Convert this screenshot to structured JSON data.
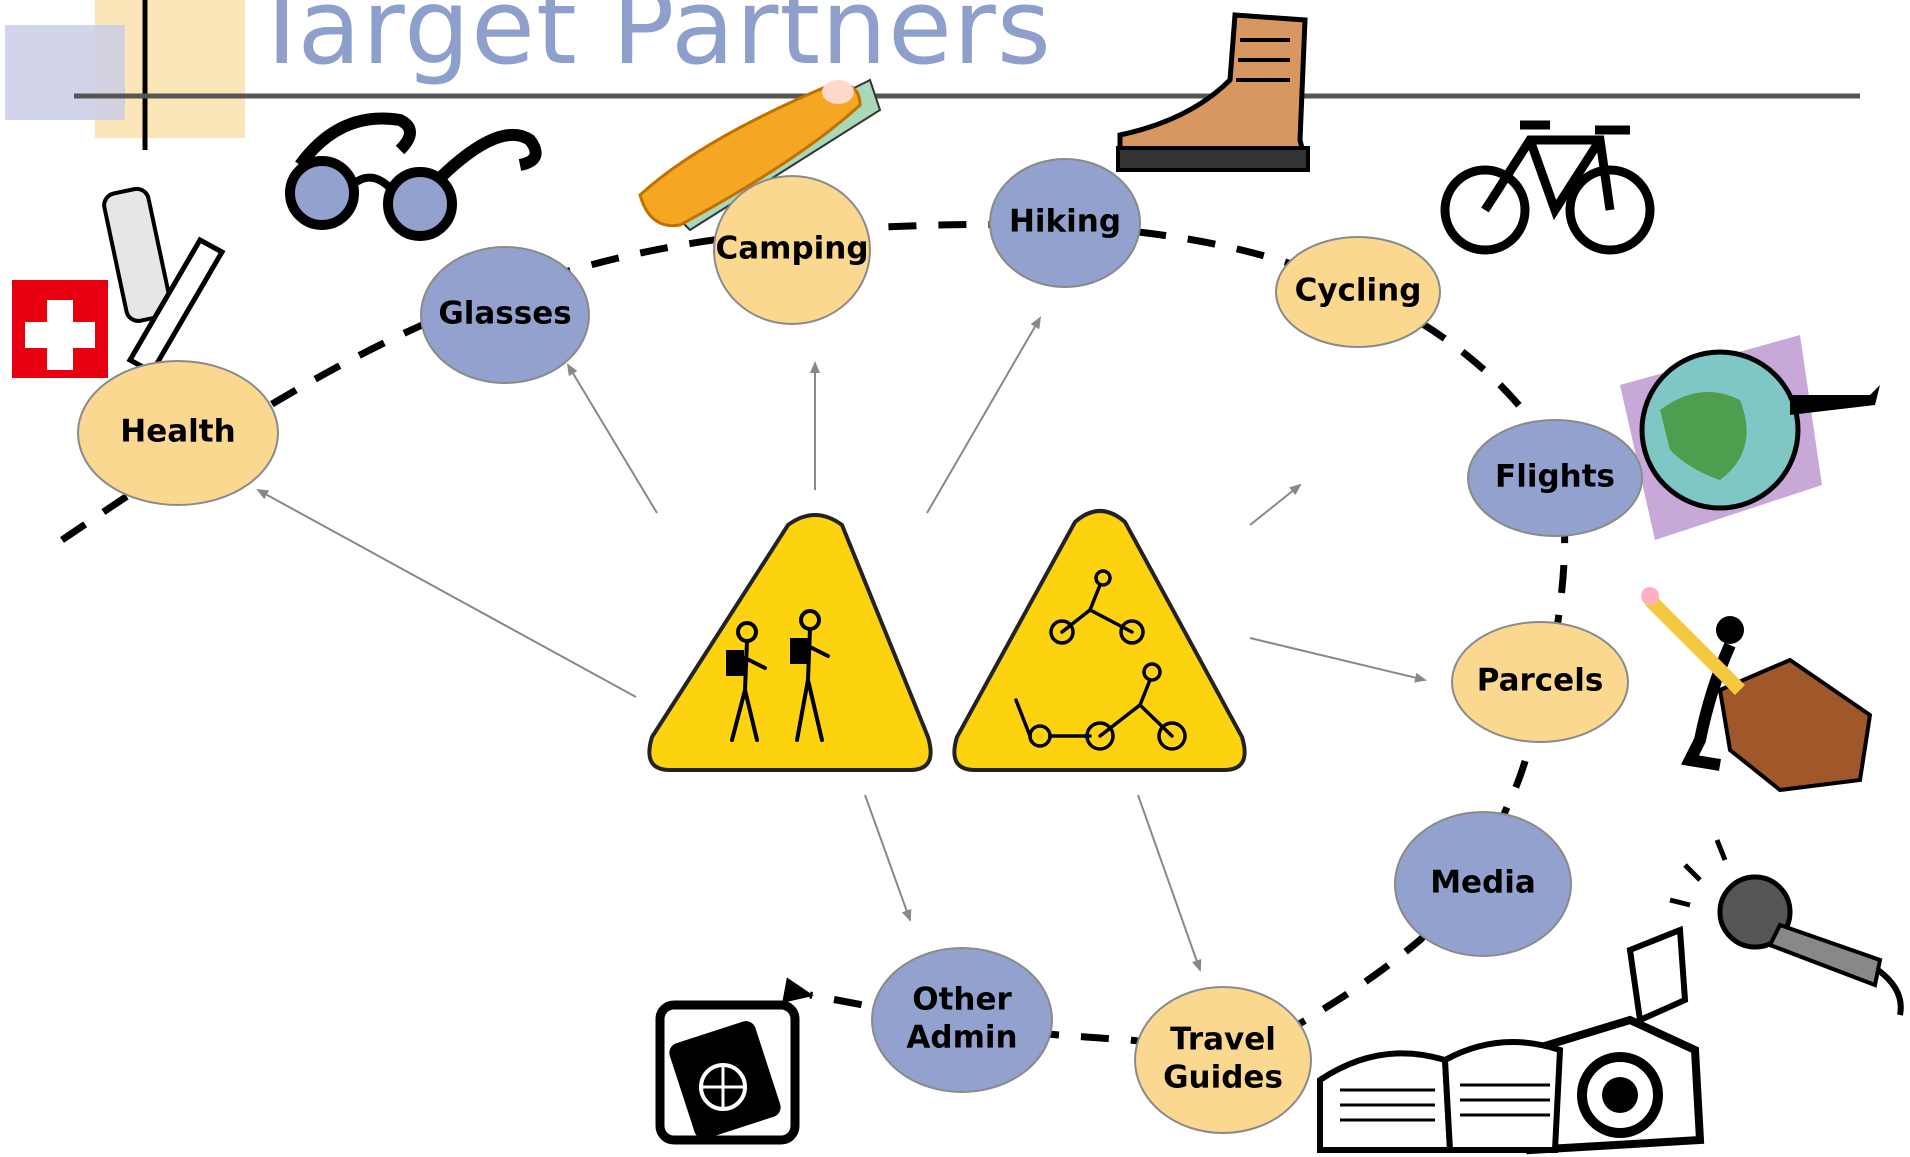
{
  "title": "Target Partners",
  "colors": {
    "blue_node": "#93a1cf",
    "yellow_node": "#fbd88f",
    "node_stroke": "#8a8a8a",
    "title": "#8f9fcb",
    "sign_yellow": "#fdd310",
    "arrow": "#888888"
  },
  "nodes": [
    {
      "id": "health",
      "lines": [
        "Health"
      ],
      "color": "yellow"
    },
    {
      "id": "glasses",
      "lines": [
        "Glasses"
      ],
      "color": "blue"
    },
    {
      "id": "camping",
      "lines": [
        "Camping"
      ],
      "color": "yellow"
    },
    {
      "id": "hiking",
      "lines": [
        "Hiking"
      ],
      "color": "blue"
    },
    {
      "id": "cycling",
      "lines": [
        "Cycling"
      ],
      "color": "yellow"
    },
    {
      "id": "flights",
      "lines": [
        "Flights"
      ],
      "color": "blue"
    },
    {
      "id": "parcels",
      "lines": [
        "Parcels"
      ],
      "color": "yellow"
    },
    {
      "id": "media",
      "lines": [
        "Media"
      ],
      "color": "blue"
    },
    {
      "id": "travel_guides",
      "lines": [
        "Travel",
        "Guides"
      ],
      "color": "yellow"
    },
    {
      "id": "other_admin",
      "lines": [
        "Other",
        "Admin"
      ],
      "color": "blue"
    }
  ],
  "icons": [
    "first-aid-icon",
    "glasses-icon",
    "sleeping-bag-icon",
    "hiking-boot-icon",
    "bicycle-icon",
    "globe-airplane-icon",
    "parcel-icon",
    "microphone-icon",
    "camera-icon",
    "book-icon",
    "passport-icon",
    "hiker-warning-sign-icon",
    "cyclist-warning-sign-icon"
  ]
}
